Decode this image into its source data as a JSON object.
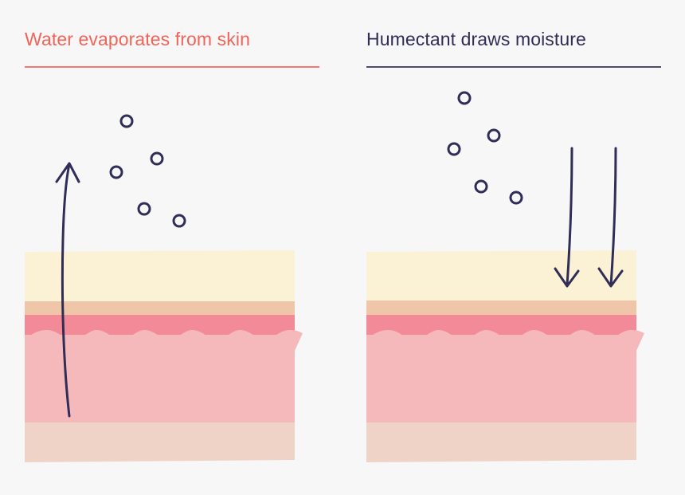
{
  "colors": {
    "background": "#f7f7f7",
    "left_accent": "#f26457",
    "right_accent": "#302d57",
    "stratum_corneum": "#fbf1d5",
    "epidermis_upper": "#efc6a8",
    "epidermis_pink": "#f28a98",
    "dermis": "#f5b8bb",
    "subcutis": "#eed3c6",
    "molecule_stroke": "#302d57",
    "arrow_stroke": "#302d57"
  },
  "left_panel": {
    "title": "Water evaporates from skin",
    "arrow_direction": "up",
    "molecules": 5
  },
  "right_panel": {
    "title": "Humectant draws moisture",
    "arrow_direction": "down",
    "molecules": 5
  }
}
